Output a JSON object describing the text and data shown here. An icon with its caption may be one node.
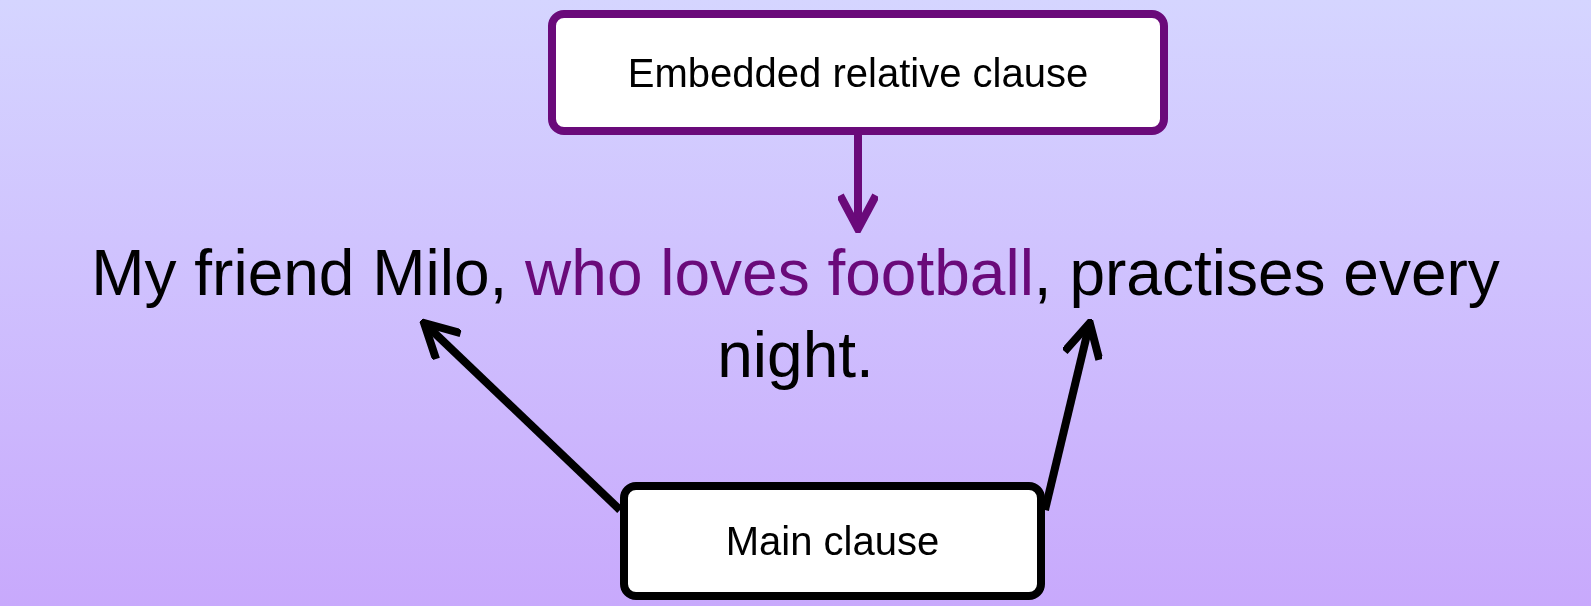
{
  "diagram": {
    "nodes": [
      {
        "text": [
          "Embedded relative clause"
        ]
      },
      {
        "text": [
          "My friend Milo,"
        ]
      },
      {
        "text": [
          "who loves football"
        ]
      },
      {
        "text": [
          ", practises every night."
        ]
      },
      {
        "text": [
          "Main clause"
        ]
      }
    ],
    "edges": [
      {
        "from": 0,
        "to": 2,
        "arrow": "to",
        "color": "#6a0a7a"
      },
      {
        "from": 4,
        "to": 1,
        "arrow": "to"
      },
      {
        "from": 4,
        "to": 3,
        "arrow": "to"
      }
    ]
  }
}
